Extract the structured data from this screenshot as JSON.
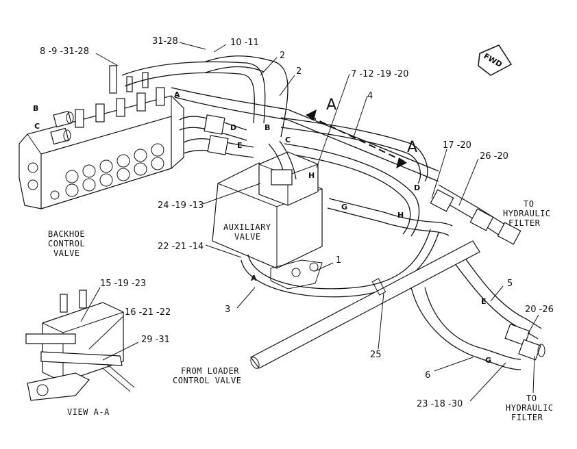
{
  "callouts": {
    "c_8_9_31_28": "8 -9 -31-28",
    "c_31_28": "31-28",
    "c_10_11": "10 -11",
    "c_2a": "2",
    "c_2b": "2",
    "c_7_12_19_20": "7 -12 -19 -20",
    "c_4": "4",
    "c_17_20": "17 -20",
    "c_26_20": "26 -20",
    "c_24_19_13": "24 -19 -13",
    "c_22_21_14": "22 -21 -14",
    "c_1": "1",
    "c_3": "3",
    "c_5": "5",
    "c_20_26": "20 -26",
    "c_25": "25",
    "c_6": "6",
    "c_23_18_30": "23 -18 -30",
    "c_15_19_23": "15 -19 -23",
    "c_16_21_22": "16 -21 -22",
    "c_29_31": "29  -31"
  },
  "hose_tags": {
    "B_left": "B",
    "C_left": "C",
    "A_top": "A",
    "D_mid": "D",
    "E_mid": "E",
    "B_mid": "B",
    "C_mid": "C",
    "H_top": "H",
    "H_mid": "H",
    "G_mid": "G",
    "D_right": "D",
    "A_low": "A",
    "E_right": "E",
    "G_right": "G"
  },
  "section_markers": {
    "a1": "A",
    "a2": "A"
  },
  "captions": {
    "backhoe_l1": "BACKHOE",
    "backhoe_l2": "CONTROL",
    "backhoe_l3": "VALVE",
    "aux_l1": "AUXILIARY",
    "aux_l2": "VALVE",
    "filter1_l1": "TO",
    "filter1_l2": "HYDRAULIC",
    "filter1_l3": "FILTER",
    "filter2_l1": "TO",
    "filter2_l2": "HYDRAULIC",
    "filter2_l3": "FILTER",
    "loader_l1": "FROM LOADER",
    "loader_l2": "CONTROL VALVE",
    "view": "VIEW A-A"
  },
  "fwd_badge": "FWD"
}
